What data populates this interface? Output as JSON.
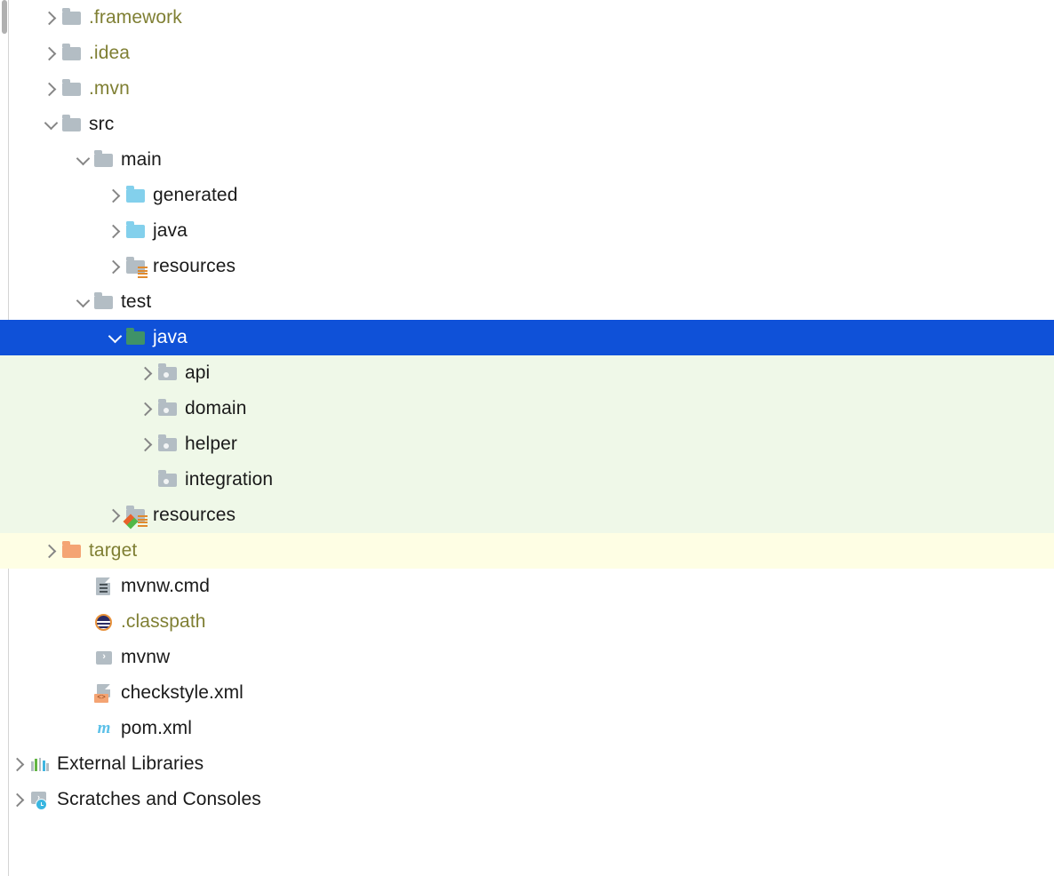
{
  "panel": {
    "name": "project-tree",
    "colors": {
      "selection_background": "#0f51d8",
      "selection_text": "#ffffff",
      "test_source_background": "#eff8e8",
      "excluded_background": "#fefee4",
      "ignored_text": "#7f7f33",
      "default_text": "#1a1a1a",
      "source_folder": "#83d0ec",
      "test_source_folder": "#3f9268",
      "excluded_folder": "#f4a473",
      "plain_folder": "#b3bdc4"
    }
  },
  "scrollbar": {
    "name": "vertical-scrollbar",
    "thumb_top": 0,
    "thumb_height": 38
  },
  "tree": {
    "rows": [
      {
        "label": ".framework",
        "icon": "folder-gray",
        "indent": 1,
        "arrow": "right",
        "text_style": "olive",
        "row_style": "none",
        "selected": false
      },
      {
        "label": ".idea",
        "icon": "folder-gray",
        "indent": 1,
        "arrow": "right",
        "text_style": "olive",
        "row_style": "none",
        "selected": false
      },
      {
        "label": ".mvn",
        "icon": "folder-gray",
        "indent": 1,
        "arrow": "right",
        "text_style": "olive",
        "row_style": "none",
        "selected": false
      },
      {
        "label": "src",
        "icon": "folder-gray",
        "indent": 1,
        "arrow": "down",
        "text_style": "plain",
        "row_style": "none",
        "selected": false
      },
      {
        "label": "main",
        "icon": "folder-gray",
        "indent": 2,
        "arrow": "down",
        "text_style": "plain",
        "row_style": "none",
        "selected": false
      },
      {
        "label": "generated",
        "icon": "folder-blue",
        "indent": 3,
        "arrow": "right",
        "text_style": "plain",
        "row_style": "none",
        "selected": false
      },
      {
        "label": "java",
        "icon": "folder-blue",
        "indent": 3,
        "arrow": "right",
        "text_style": "plain",
        "row_style": "none",
        "selected": false
      },
      {
        "label": "resources",
        "icon": "folder-resources",
        "indent": 3,
        "arrow": "right",
        "text_style": "plain",
        "row_style": "none",
        "selected": false
      },
      {
        "label": "test",
        "icon": "folder-gray",
        "indent": 2,
        "arrow": "down",
        "text_style": "plain",
        "row_style": "none",
        "selected": false
      },
      {
        "label": "java",
        "icon": "folder-green",
        "indent": 3,
        "arrow": "down",
        "text_style": "plain",
        "row_style": "none",
        "selected": true
      },
      {
        "label": "api",
        "icon": "folder-package",
        "indent": 4,
        "arrow": "right",
        "text_style": "plain",
        "row_style": "green",
        "selected": false
      },
      {
        "label": "domain",
        "icon": "folder-package",
        "indent": 4,
        "arrow": "right",
        "text_style": "plain",
        "row_style": "green",
        "selected": false
      },
      {
        "label": "helper",
        "icon": "folder-package",
        "indent": 4,
        "arrow": "right",
        "text_style": "plain",
        "row_style": "green",
        "selected": false
      },
      {
        "label": "integration",
        "icon": "folder-package",
        "indent": 4,
        "arrow": "none",
        "text_style": "plain",
        "row_style": "green",
        "selected": false
      },
      {
        "label": "resources",
        "icon": "folder-test-resources",
        "indent": 3,
        "arrow": "right",
        "text_style": "plain",
        "row_style": "green",
        "selected": false
      },
      {
        "label": "target",
        "icon": "folder-orange",
        "indent": 1,
        "arrow": "right",
        "text_style": "olive",
        "row_style": "yellow",
        "selected": false
      },
      {
        "label": "mvnw.cmd",
        "icon": "file-document",
        "indent": 2,
        "arrow": "none",
        "text_style": "plain",
        "row_style": "none",
        "selected": false
      },
      {
        "label": ".classpath",
        "icon": "file-eclipse",
        "indent": 2,
        "arrow": "none",
        "text_style": "olive",
        "row_style": "none",
        "selected": false
      },
      {
        "label": "mvnw",
        "icon": "file-script",
        "indent": 2,
        "arrow": "none",
        "text_style": "plain",
        "row_style": "none",
        "selected": false
      },
      {
        "label": "checkstyle.xml",
        "icon": "file-xml",
        "indent": 2,
        "arrow": "none",
        "text_style": "plain",
        "row_style": "none",
        "selected": false
      },
      {
        "label": "pom.xml",
        "icon": "file-maven",
        "indent": 2,
        "arrow": "none",
        "text_style": "plain",
        "row_style": "none",
        "selected": false
      },
      {
        "label": "External Libraries",
        "icon": "external-libraries",
        "indent": 0,
        "arrow": "right",
        "text_style": "plain",
        "row_style": "none",
        "selected": false
      },
      {
        "label": "Scratches and Consoles",
        "icon": "scratches",
        "indent": 0,
        "arrow": "right",
        "text_style": "plain",
        "row_style": "none",
        "selected": false
      }
    ]
  },
  "icon_glyphs": {
    "script_char": "›",
    "xml_badge_text": "<>",
    "maven_char": "m",
    "scratch_char": "›"
  }
}
